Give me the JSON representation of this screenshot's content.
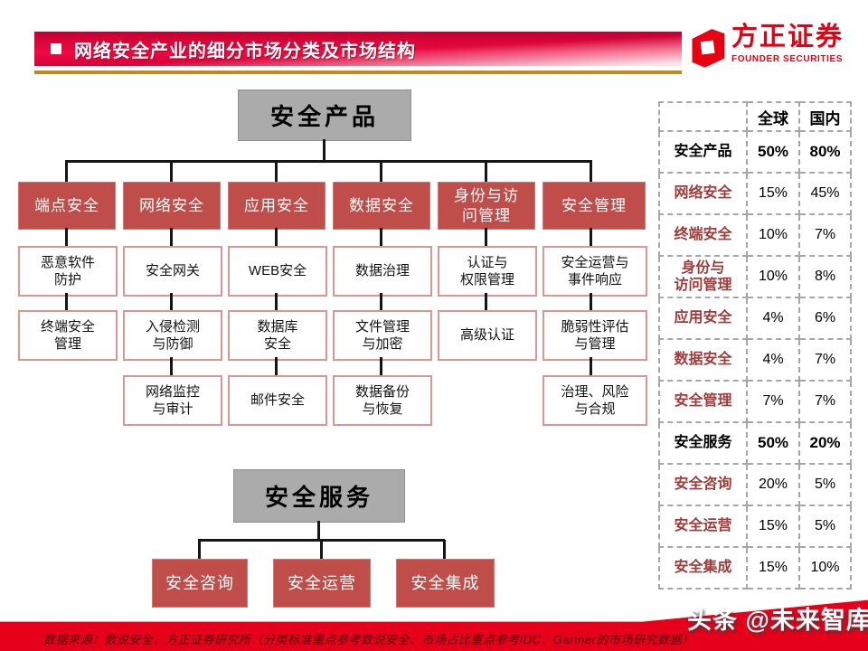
{
  "header": {
    "title": "网络安全产业的细分市场分类及市场结构",
    "logo_cn": "方正证券",
    "logo_en": "FOUNDER SECURITIES"
  },
  "org_product": {
    "root": "安全产品",
    "columns": [
      {
        "label": "端点安全",
        "children": [
          "恶意软件\n防护",
          "终端安全\n管理"
        ]
      },
      {
        "label": "网络安全",
        "children": [
          "安全网关",
          "入侵检测\n与防御",
          "网络监控\n与审计"
        ]
      },
      {
        "label": "应用安全",
        "children": [
          "WEB安全",
          "数据库\n安全",
          "邮件安全"
        ]
      },
      {
        "label": "数据安全",
        "children": [
          "数据治理",
          "文件管理\n与加密",
          "数据备份\n与恢复"
        ]
      },
      {
        "label": "身份与访\n问管理",
        "children": [
          "认证与\n权限管理",
          "高级认证"
        ]
      },
      {
        "label": "安全管理",
        "children": [
          "安全运营与\n事件响应",
          "脆弱性评估\n与管理",
          "治理、风险\n与合规"
        ]
      }
    ]
  },
  "org_service": {
    "root": "安全服务",
    "children": [
      "安全咨询",
      "安全运营",
      "安全集成"
    ]
  },
  "chart_data": {
    "type": "table",
    "columns": [
      "",
      "全球",
      "国内"
    ],
    "rows": [
      {
        "label": "安全产品",
        "global": "50%",
        "domestic": "80%"
      },
      {
        "label": "网络安全",
        "global": "15%",
        "domestic": "45%"
      },
      {
        "label": "终端安全",
        "global": "10%",
        "domestic": "7%"
      },
      {
        "label": "身份与\n访问管理",
        "global": "10%",
        "domestic": "8%"
      },
      {
        "label": "应用安全",
        "global": "4%",
        "domestic": "6%"
      },
      {
        "label": "数据安全",
        "global": "4%",
        "domestic": "7%"
      },
      {
        "label": "安全管理",
        "global": "7%",
        "domestic": "7%"
      },
      {
        "label": "安全服务",
        "global": "50%",
        "domestic": "20%"
      },
      {
        "label": "安全咨询",
        "global": "20%",
        "domestic": "5%"
      },
      {
        "label": "安全运营",
        "global": "15%",
        "domestic": "5%"
      },
      {
        "label": "安全集成",
        "global": "15%",
        "domestic": "10%"
      }
    ]
  },
  "footer": {
    "source": "数据来源：数说安全、方正证券研究所（分类标准重点参考数说安全、市场占比重点参考IDC、Gartner的市场研究数据）"
  },
  "watermark": "头条 @未来智库",
  "colors": {
    "brand_red": "#e60012",
    "box_red": "#bf4d49",
    "box_border_pink": "#d99693",
    "box_gray": "#ababab",
    "table_label_red": "#9e3b39",
    "header_gradient_red": "#e8063e",
    "rule_orange": "#c8861f",
    "footer_red": "#e60019"
  }
}
